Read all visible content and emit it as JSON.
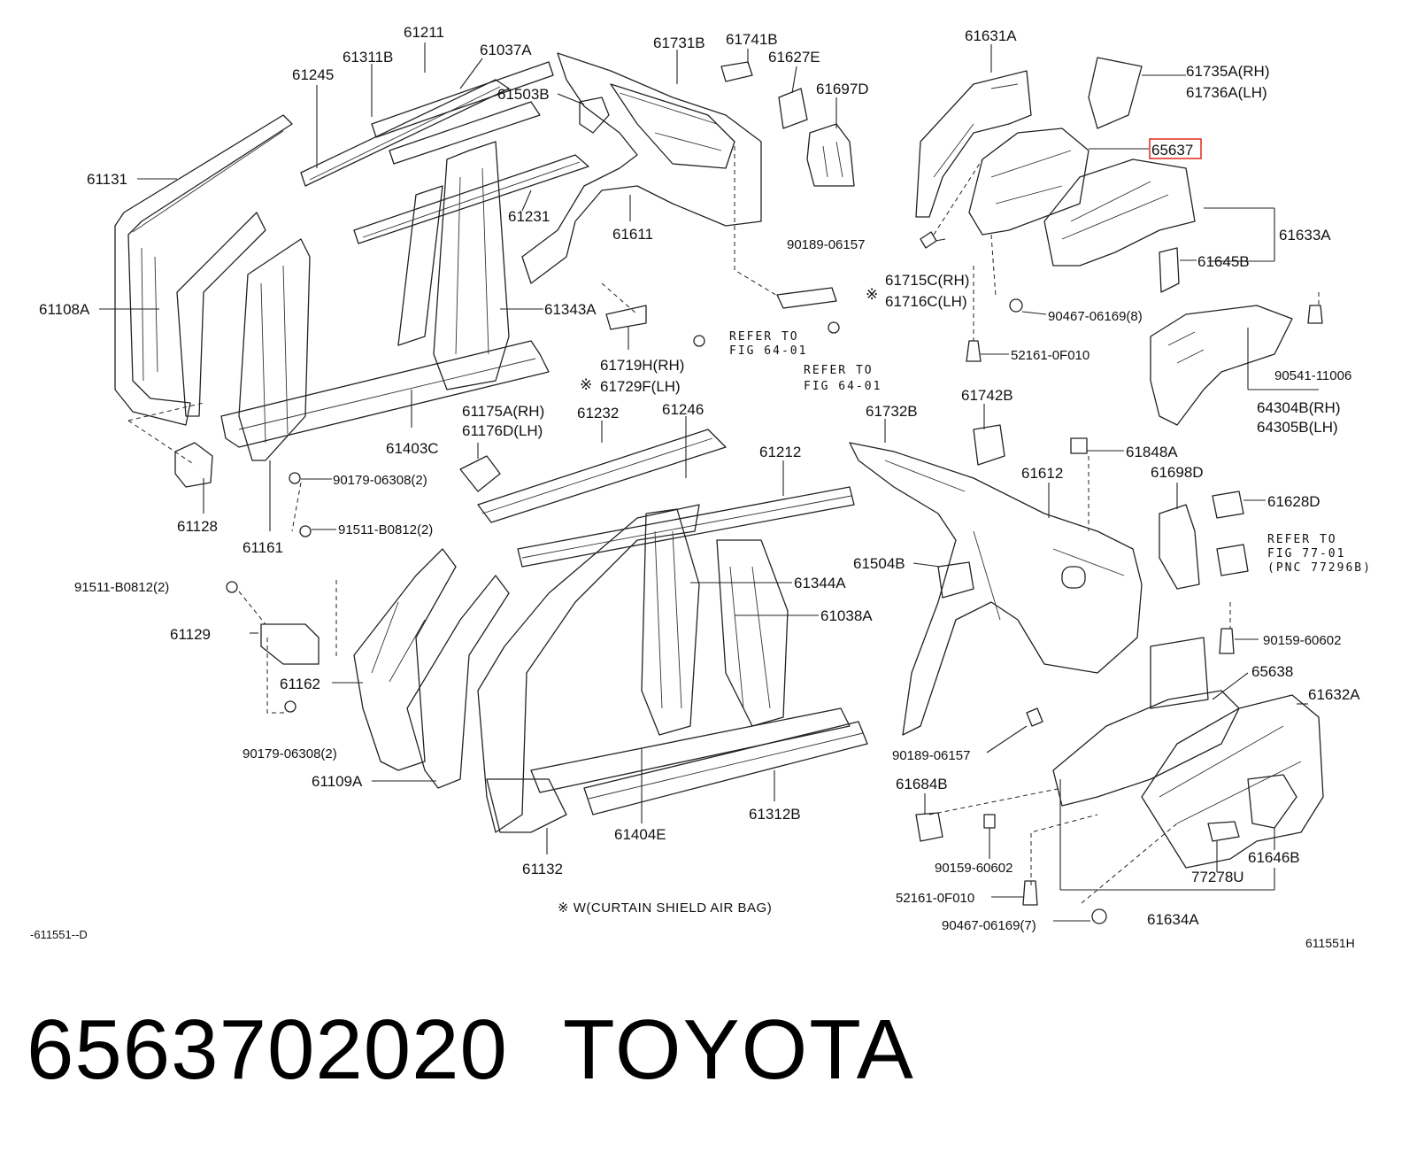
{
  "labels": {
    "l61211": "61211",
    "l61311B": "61311B",
    "l61037A": "61037A",
    "l61245": "61245",
    "l61503B": "61503B",
    "l61131": "61131",
    "l61231": "61231",
    "l61108A": "61108A",
    "l61343A": "61343A",
    "l61403C": "61403C",
    "l61128": "61128",
    "l61161": "61161",
    "l90179a": "90179-06308(2)",
    "l91511a": "91511-B0812(2)",
    "l61731B": "61731B",
    "l61741B": "61741B",
    "l61627E": "61627E",
    "l61697D": "61697D",
    "l61611": "61611",
    "l61715C": "61715C(RH)",
    "l61716C": "61716C(LH)",
    "l61719H": "61719H(RH)",
    "l61729F": "61729F(LH)",
    "l61631A": "61631A",
    "l61735A": "61735A(RH)",
    "l61736A": "61736A(LH)",
    "l65637": "65637",
    "l90189a": "90189-06157",
    "l61633A": "61633A",
    "l61645B": "61645B",
    "l90467a": "90467-06169(8)",
    "l52161a": "52161-0F010",
    "l90541": "90541-11006",
    "l64304B": "64304B(RH)",
    "l64305B": "64305B(LH)",
    "l61175A": "61175A(RH)",
    "l61176D": "61176D(LH)",
    "l61232": "61232",
    "l61246": "61246",
    "l61212": "61212",
    "l61344A": "61344A",
    "l61038A": "61038A",
    "l91511b": "91511-B0812(2)",
    "l61129": "61129",
    "l61162": "61162",
    "l90179b": "90179-06308(2)",
    "l61109A": "61109A",
    "l61404E": "61404E",
    "l61312B": "61312B",
    "l61132": "61132",
    "l61732B": "61732B",
    "l61742B": "61742B",
    "l61612": "61612",
    "l61848A": "61848A",
    "l61698D": "61698D",
    "l61628D": "61628D",
    "l61504B": "61504B",
    "l90159a": "90159-60602",
    "l65638": "65638",
    "l61632A": "61632A",
    "l90189b": "90189-06157",
    "l61684B": "61684B",
    "l90159b": "90159-60602",
    "l52161b": "52161-0F010",
    "l90467b": "90467-06169(7)",
    "l61634A": "61634A",
    "l61646B": "61646B",
    "l77278U": "77278U"
  },
  "refs": {
    "ref1a": "REFER TO",
    "ref1b": "FIG 64-01",
    "ref2a": "REFER TO",
    "ref2b": "FIG 64-01",
    "ref3a": "REFER TO",
    "ref3b": "FIG 77-01",
    "ref3c": "(PNC 77296B)"
  },
  "marks": {
    "asterisk1": "※",
    "asterisk2": "※"
  },
  "footnote": "※ W(CURTAIN SHIELD AIR BAG)",
  "figure_ids": {
    "left": "-611551--D",
    "right": "611551H"
  },
  "highlight_color": "#e0362b",
  "footer": {
    "part_number": "6563702020",
    "brand": "TOYOTA"
  }
}
